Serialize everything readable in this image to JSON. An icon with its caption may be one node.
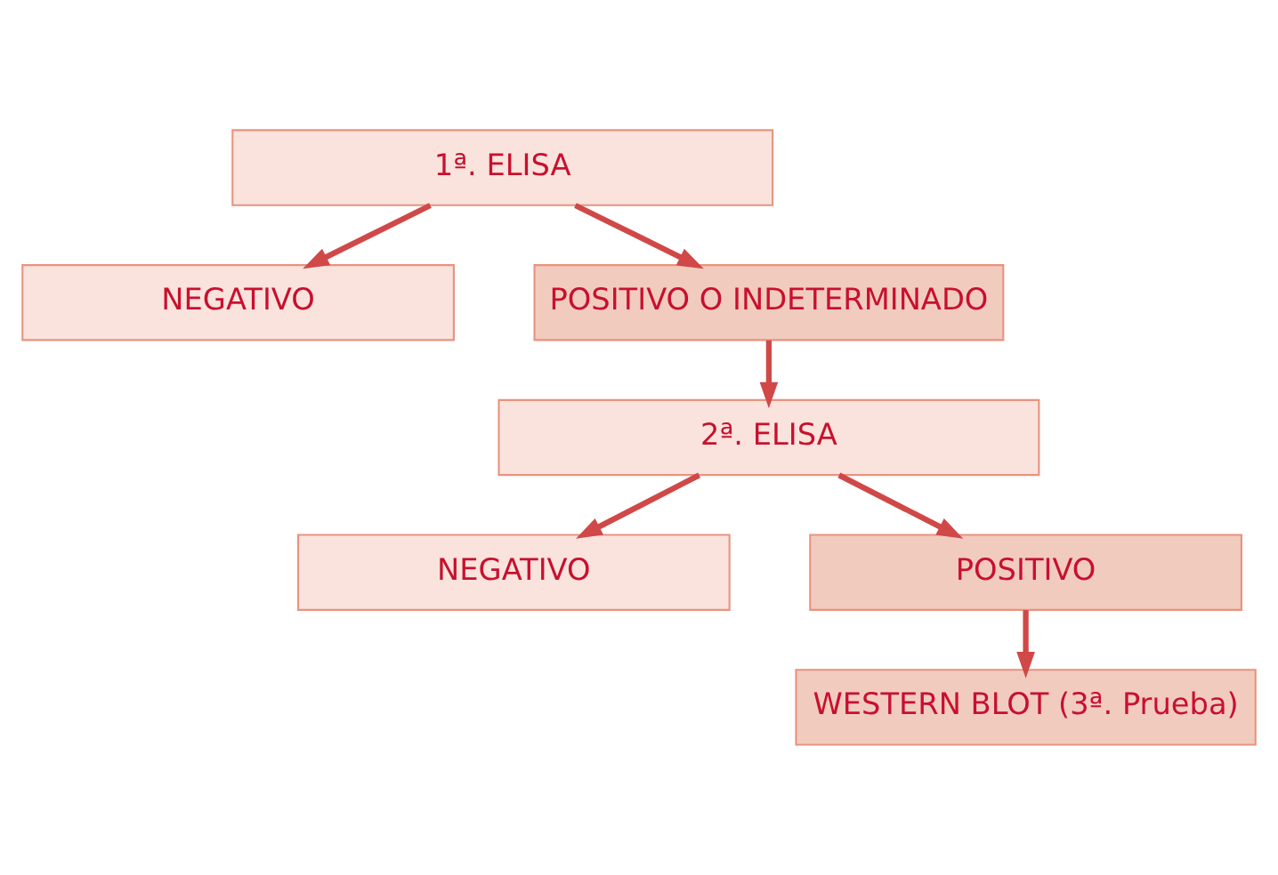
{
  "diagram": {
    "nodes": [
      {
        "text": [
          "1ª. ELISA"
        ]
      },
      {
        "text": [
          "NEGATIVO"
        ]
      },
      {
        "text": [
          "POSITIVO O INDETERMINADO"
        ]
      },
      {
        "text": [
          "2ª. ELISA"
        ]
      },
      {
        "text": [
          "NEGATIVO"
        ]
      },
      {
        "text": [
          "POSITIVO"
        ]
      },
      {
        "text": [
          "WESTERN BLOT (3ª. Prueba)"
        ]
      }
    ],
    "edges": [
      {
        "from": 0,
        "to": 1,
        "arrow": "to"
      },
      {
        "from": 0,
        "to": 2,
        "arrow": "to"
      },
      {
        "from": 2,
        "to": 3,
        "arrow": "to"
      },
      {
        "from": 3,
        "to": 4,
        "arrow": "to"
      },
      {
        "from": 3,
        "to": 5,
        "arrow": "to"
      },
      {
        "from": 5,
        "to": 6,
        "arrow": "to"
      }
    ]
  }
}
